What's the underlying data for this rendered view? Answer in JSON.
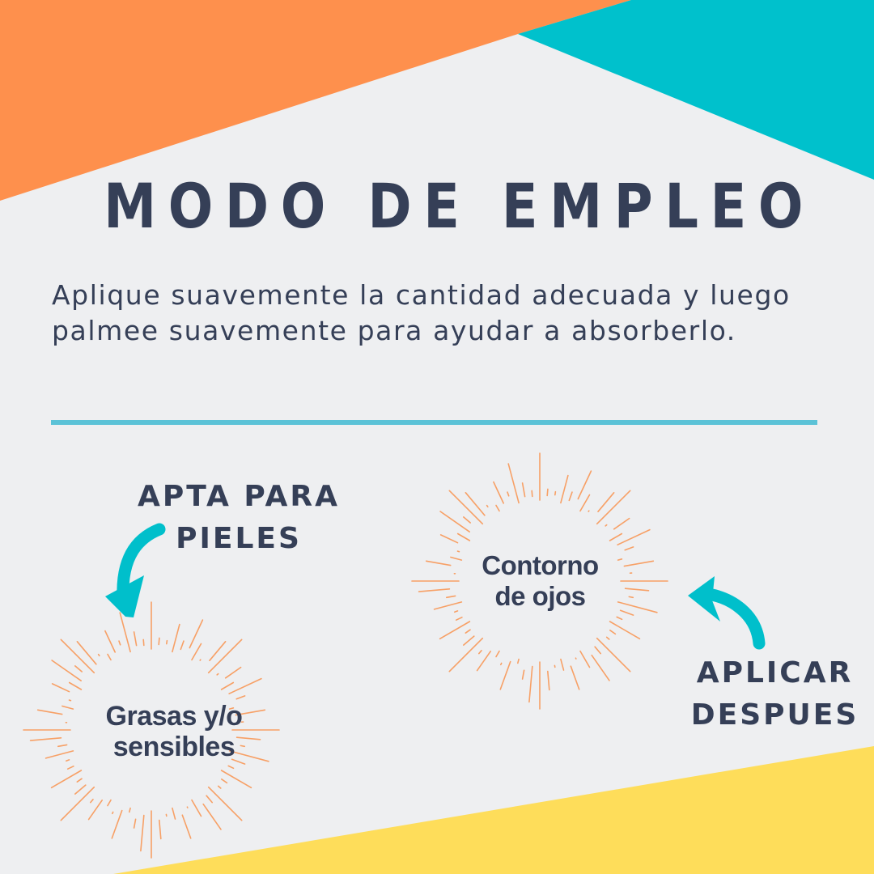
{
  "title": "MODO DE EMPLEO",
  "description": "Aplique suavemente la cantidad adecuada y luego palmee suavemente para ayudar a absorberlo.",
  "suitable_label": {
    "line1": "APTA PARA",
    "line2": "PIELES"
  },
  "apply_label": {
    "line1": "APLICAR",
    "line2": "DESPUES"
  },
  "burst_skin": {
    "line1": "Grasas y/o",
    "line2": "sensibles"
  },
  "burst_eye": {
    "line1": "Contorno",
    "line2": "de ojos"
  },
  "colors": {
    "background": "#eeeff1",
    "orange": "#fe904d",
    "teal": "#00c1cc",
    "yellow": "#fedd5a",
    "text": "#353f57",
    "divider": "#5bc2d7",
    "burst_rays": "#f7a066",
    "arrow": "#00bfcb"
  },
  "icons": {
    "arrow_down": "curved-arrow-down-icon",
    "arrow_left": "curved-arrow-left-icon"
  }
}
